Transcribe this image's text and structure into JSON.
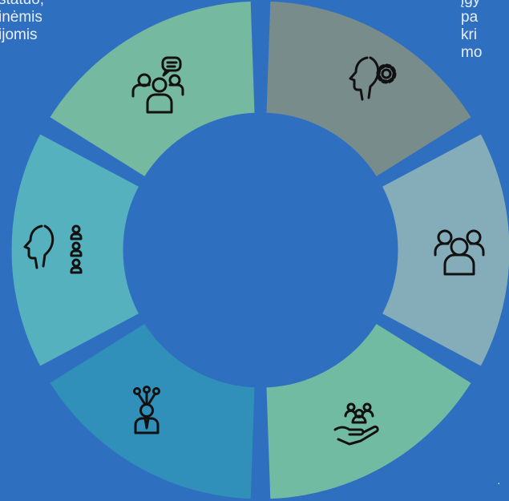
{
  "colors": {
    "background": "#2f6fc0",
    "segment_top_left": "#74b9a0",
    "segment_top_right": "#788c8c",
    "segment_right": "#84adb9",
    "segment_bottom_right": "#72bba3",
    "segment_bottom_left": "#3090ba",
    "segment_left": "#56b1bf",
    "icon_stroke": "#111111"
  },
  "text": {
    "left_line_1": "statuo,",
    "left_line_2": "inėmis",
    "left_line_3": "ijomis",
    "right_line_1": "įgy",
    "right_line_2": "pa",
    "right_line_3": "kri",
    "right_line_4": "mo",
    "bottom_right_fragment": "·"
  },
  "segments": [
    {
      "id": "top-left",
      "icon": "group-chat-icon"
    },
    {
      "id": "top-right",
      "icon": "head-gear-icon"
    },
    {
      "id": "right",
      "icon": "team-icon"
    },
    {
      "id": "bottom-right",
      "icon": "hand-group-icon"
    },
    {
      "id": "bottom-left",
      "icon": "network-person-icon"
    },
    {
      "id": "left",
      "icon": "head-people-icon"
    }
  ]
}
